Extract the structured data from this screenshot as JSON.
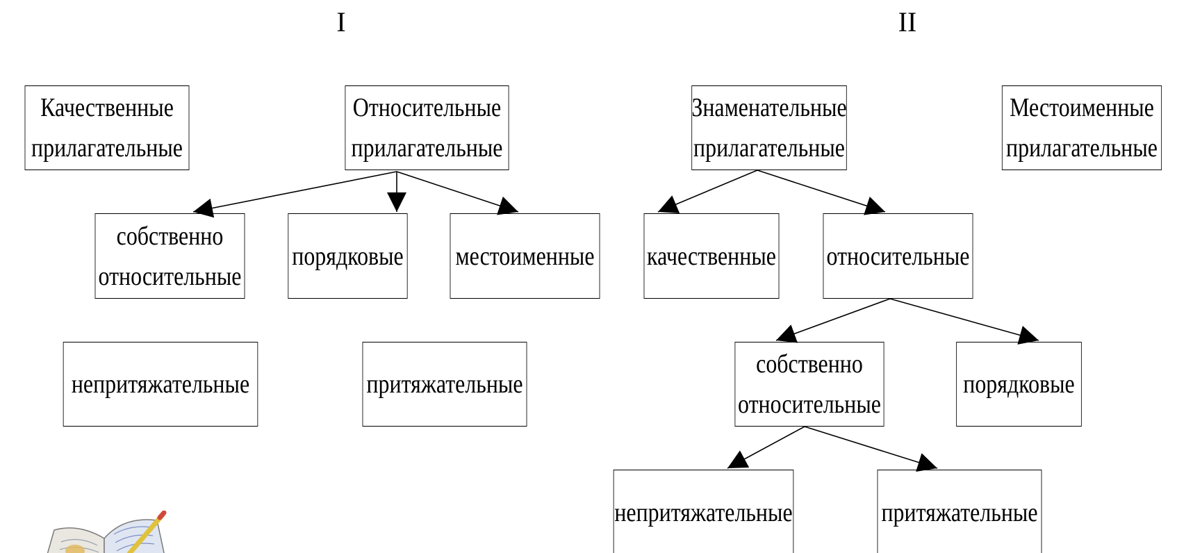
{
  "headings": {
    "left": "I",
    "right": "II"
  },
  "left": {
    "qualitative": [
      "Качественные",
      "прилагательные"
    ],
    "relative": [
      "Относительные",
      "прилагательные"
    ],
    "proper_relative": [
      "собственно",
      "относительные"
    ],
    "ordinal": "порядковые",
    "pronominal": "местоименные",
    "nonpossessive": "непритяжательные",
    "possessive": "притяжательные"
  },
  "right": {
    "significant": [
      "Знаменательные",
      "прилагательные"
    ],
    "pronominal_adj": [
      "Местоименные",
      "прилагательные"
    ],
    "qualitative": "качественные",
    "relative": "относительные",
    "proper_relative": [
      "собственно",
      "относительные"
    ],
    "ordinal": "порядковые",
    "nonpossessive": "непритяжательные",
    "possessive": "притяжательные"
  },
  "decoration": {
    "icon": "open-book-with-pencil-icon"
  }
}
